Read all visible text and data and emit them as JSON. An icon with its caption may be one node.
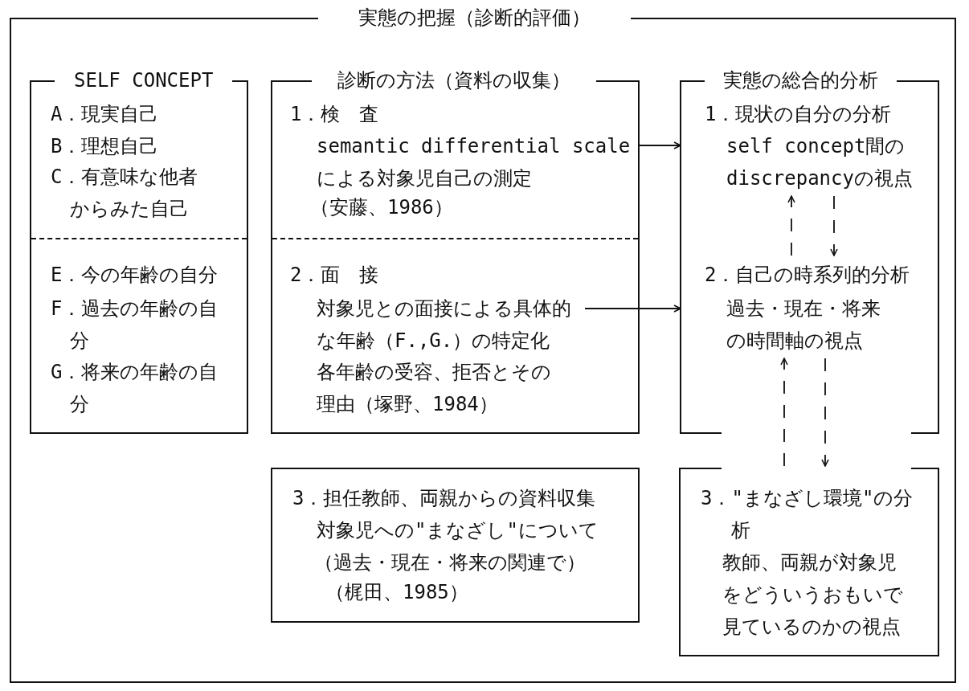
{
  "diagram": {
    "nodes": [
      {
        "text": [
          "実態の把握（診断的評価）"
        ]
      },
      {
        "text": [
          "SELF CONCEPT"
        ],
        "in": 0
      },
      {
        "text": [
          "A．現実自己",
          "B．理想自己",
          "C．有意味な他者からみた自己"
        ],
        "in": 1
      },
      {
        "text": [
          "E．今の年齢の自分",
          "F．過去の年齢の自分",
          "G．将来の年齢の自分"
        ],
        "in": 1
      },
      {
        "text": [
          "診断の方法（資料の収集）"
        ],
        "in": 0
      },
      {
        "text": [
          "1．検　査",
          "semantic differential scaleによる対象児自己の測定",
          "（安藤、1986）"
        ],
        "in": 4
      },
      {
        "text": [
          "2．面　接",
          "対象児との面接による具体的な年齢（F.,G.）の特定化",
          "各年齢の受容、拒否とその理由（塚野、1984）"
        ],
        "in": 4
      },
      {
        "text": [
          "実態の総合的分析"
        ],
        "in": 0
      },
      {
        "text": [
          "1．現状の自分の分析",
          "self concept間のdiscrepancyの視点"
        ],
        "in": 7
      },
      {
        "text": [
          "2．自己の時系列的分析",
          "過去・現在・将来の時間軸の視点"
        ],
        "in": 7
      },
      {
        "text": [
          "3．担任教師、両親からの資料収集",
          "対象児への\"まなざし\"について",
          "（過去・現在・将来の関連で）",
          "（梶田、1985）"
        ],
        "in": 0
      },
      {
        "text": [
          "3．\"まなざし環境\"の分析",
          "教師、両親が対象児をどういうおもいで見ているのかの視点"
        ],
        "in": 0
      }
    ],
    "edges": [
      {
        "from": 5,
        "to": 8,
        "arrow": "to"
      },
      {
        "from": 9,
        "to": 8,
        "arrow": "to",
        "style": "dashed"
      },
      {
        "from": 8,
        "to": 9,
        "arrow": "to",
        "style": "dashed"
      },
      {
        "from": 6,
        "to": 9,
        "arrow": "to"
      },
      {
        "from": 11,
        "to": 9,
        "arrow": "to",
        "style": "dashed"
      },
      {
        "from": 9,
        "to": 11,
        "arrow": "to",
        "style": "dashed"
      }
    ]
  }
}
